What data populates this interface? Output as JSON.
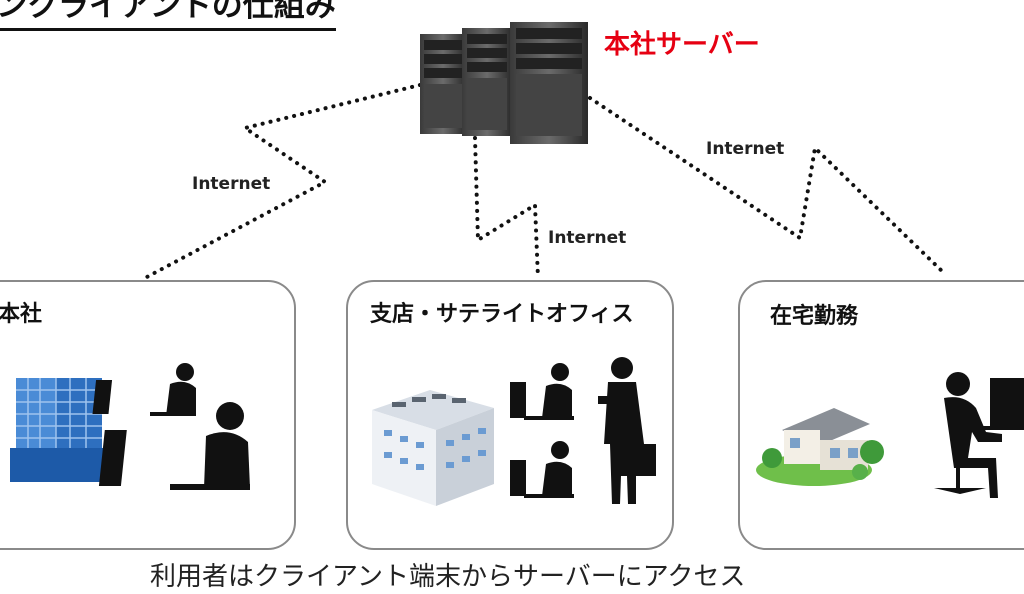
{
  "title": "ンクライアントの仕組み",
  "server": {
    "label": "本社サーバー"
  },
  "connections": {
    "left_label": "Internet",
    "middle_label": "Internet",
    "right_label": "Internet"
  },
  "sites": [
    {
      "label": "本社"
    },
    {
      "label": "支店・サテライトオフィス"
    },
    {
      "label": "在宅勤務"
    }
  ],
  "caption": "利用者はクライアント端末からサーバーにアクセス",
  "colors": {
    "server_label": "#e60012",
    "box_border": "#8a8a8a",
    "silhouette": "#111111",
    "building_blue": "#2e6fbf"
  }
}
